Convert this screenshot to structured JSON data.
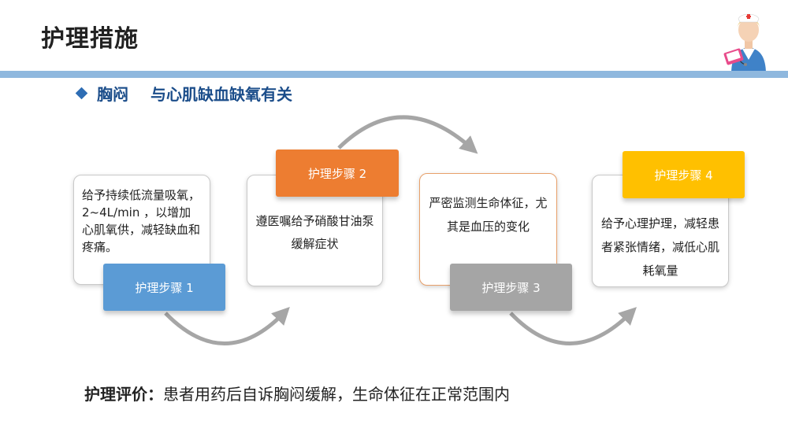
{
  "slide": {
    "title": "护理措施",
    "subtitle": {
      "symptom": "胸闷",
      "cause": "与心肌缺血缺氧有关"
    }
  },
  "steps": [
    {
      "label": "护理步骤 1",
      "text": "给予持续低流量吸氧，2~4L/min ，以增加心肌氧供，减轻缺血和疼痛。",
      "color": "#5b9bd5"
    },
    {
      "label": "护理步骤 2",
      "text": "遵医嘱给予硝酸甘油泵缓解症状",
      "color": "#ed7d31"
    },
    {
      "label": "护理步骤 3",
      "text": "严密监测生命体征，尤其是血压的变化",
      "color": "#a5a5a5"
    },
    {
      "label": "护理步骤 4",
      "text": "给予心理护理，减轻患者紧张情绪，减低心肌耗氧量",
      "color": "#ffc000"
    }
  ],
  "evaluation": {
    "label": "护理评价：",
    "text": "患者用药后自诉胸闷缓解，生命体征在正常范围内"
  },
  "colors": {
    "title_bar": "#8fb8de",
    "subtitle": "#1b4d8a",
    "arrow": "#a6a6a6"
  },
  "icons": {
    "nurse": "nurse-illustration",
    "bullet": "diamond-bullet-icon"
  }
}
